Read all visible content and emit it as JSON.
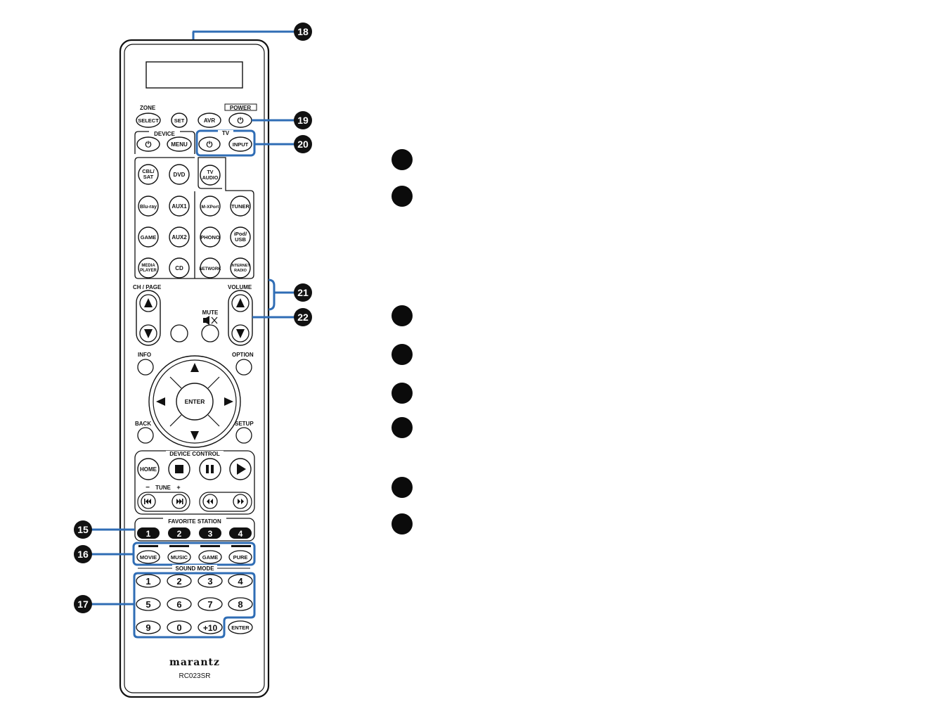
{
  "brand": "marantz",
  "model": "RC023SR",
  "callouts": [
    "18",
    "19",
    "20",
    "21",
    "22",
    "15",
    "16",
    "17"
  ],
  "section_labels": {
    "zone": "ZONE",
    "power": "POWER",
    "device": "DEVICE",
    "tv": "TV",
    "ch_page": "CH / PAGE",
    "volume": "VOLUME",
    "mute": "MUTE",
    "info": "INFO",
    "option": "OPTION",
    "back": "BACK",
    "setup": "SETUP",
    "device_control": "DEVICE CONTROL",
    "tune": "TUNE",
    "tune_minus": "−",
    "tune_plus": "+",
    "favorite_station": "FAVORITE STATION",
    "sound_mode": "SOUND MODE"
  },
  "buttons": {
    "zone_select": "SELECT",
    "set": "SET",
    "avr": "AVR",
    "power_symbol": "⏻",
    "device_power": "⏻",
    "menu": "MENU",
    "tv_power": "⏻",
    "tv_input": "INPUT",
    "tv_audio_1": "TV",
    "tv_audio_2": "AUDIO",
    "cbl_sat_1": "CBL/",
    "cbl_sat_2": "SAT",
    "dvd": "DVD",
    "bluray": "Blu-ray",
    "aux1": "AUX1",
    "mxport": "M-XPort",
    "tuner": "TUNER",
    "game": "GAME",
    "aux2": "AUX2",
    "phono": "PHONO",
    "ipod_usb_1": "iPod/",
    "ipod_usb_2": "USB",
    "media_player_1": "MEDIA",
    "media_player_2": "PLAYER",
    "cd": "CD",
    "network": "NETWORK",
    "internet_radio_1": "INTERNET",
    "internet_radio_2": "RADIO",
    "enter": "ENTER",
    "home": "HOME",
    "favorites": [
      "1",
      "2",
      "3",
      "4"
    ],
    "sound_modes": [
      "MOVIE",
      "MUSIC",
      "GAME",
      "PURE"
    ],
    "numbers": [
      "1",
      "2",
      "3",
      "4",
      "5",
      "6",
      "7",
      "8",
      "9",
      "0",
      "+10",
      "ENTER"
    ]
  },
  "colors": {
    "highlight": "#2f6db5",
    "outline": "#111111",
    "bullet": "#0b0b0b"
  }
}
